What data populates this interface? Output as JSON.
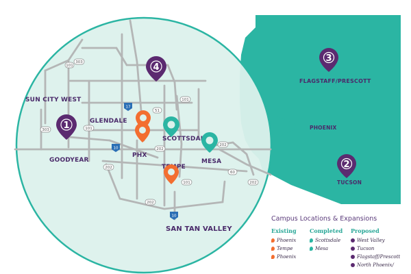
{
  "colors": {
    "teal": "#2bb5a3",
    "circle_fill": "#dff3ee",
    "road": "#b8b8b8",
    "orange": "#f36e30",
    "purple": "#5b2a70"
  },
  "inset": {
    "label_phoenix": "PHOENIX",
    "label_flagstaff": "FLAGSTAFF/PRESCOTT",
    "label_tucson": "TUCSON",
    "pin3_number": "3",
    "pin2_number": "2"
  },
  "places": {
    "sun_city_west": "SUN CITY WEST",
    "glendale": "GLENDALE",
    "goodyear": "GOODYEAR",
    "phx": "PHX",
    "scottsdale": "SCOTTSDALE",
    "mesa": "MESA",
    "tempe": "TEMPE",
    "san_tan_valley": "SAN TAN VALLEY"
  },
  "highways": {
    "h303_top": "303",
    "h303_left": "303",
    "h101_left": "101",
    "h101_right": "101",
    "h101_bottom": "101",
    "h51": "51",
    "h17": "17",
    "h10_top": "10",
    "h10_bottom": "10",
    "h202_right": "202",
    "h202_center": "202",
    "h202_left": "202",
    "h202_bottom": "202",
    "h202_far": "202",
    "h60": "60"
  },
  "pins": {
    "pin1_number": "1",
    "pin4_number": "4"
  },
  "legend": {
    "title": "Campus Locations & Expansions",
    "existing_header": "Existing",
    "completed_header": "Completed",
    "proposed_header": "Proposed",
    "existing": [
      "Phoenix",
      "Tempe",
      "Phoenix"
    ],
    "completed": [
      "Scottsdale",
      "Mesa"
    ],
    "proposed": [
      "West Valley",
      "Tucson",
      "Flagstaff/Prescott",
      "North Phoenix/"
    ]
  }
}
